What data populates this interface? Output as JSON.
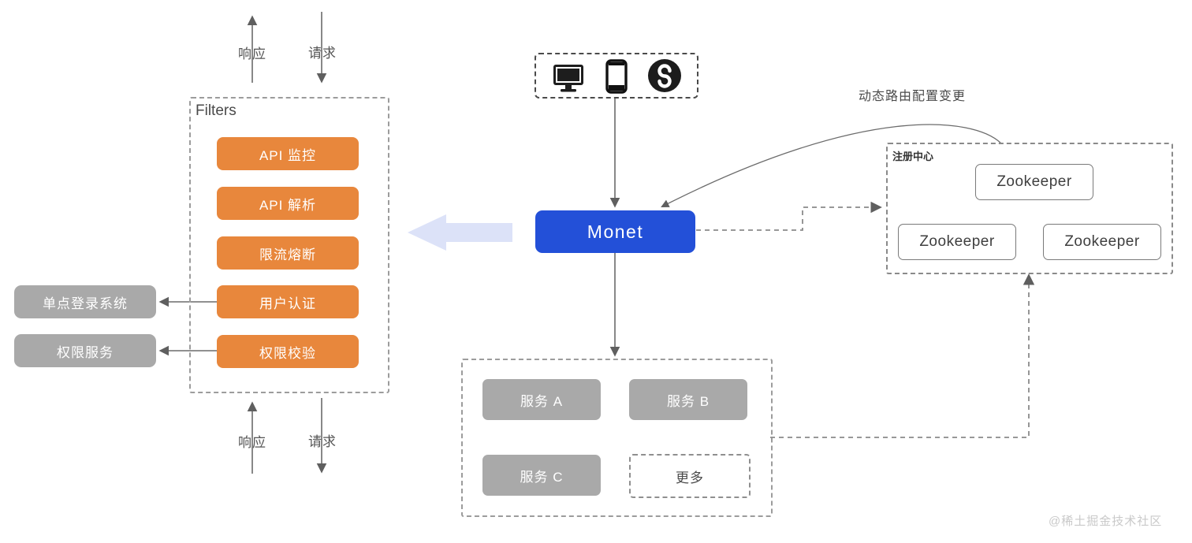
{
  "flow_labels": {
    "top_response": "响应",
    "top_request": "请求",
    "bottom_response": "响应",
    "bottom_request": "请求"
  },
  "filters": {
    "title": "Filters",
    "items": [
      "API 监控",
      "API 解析",
      "限流熔断",
      "用户认证",
      "权限校验"
    ]
  },
  "external_systems": {
    "sso": "单点登录系统",
    "auth": "权限服务"
  },
  "clients": {
    "icons": [
      "desktop-icon",
      "mobile-icon",
      "miniprogram-icon"
    ]
  },
  "gateway": {
    "label": "Monet"
  },
  "registry": {
    "title": "注册中心",
    "route_change_label": "动态路由配置变更",
    "nodes": [
      "Zookeeper",
      "Zookeeper",
      "Zookeeper"
    ]
  },
  "services": {
    "items": [
      "服务 A",
      "服务 B",
      "服务 C"
    ],
    "more_label": "更多"
  },
  "page": {
    "watermark": "@稀土掘金技术社区"
  },
  "colors": {
    "orange": "#e8873c",
    "blue": "#2350d8",
    "gray": "#a9a9a9",
    "arrow_light": "#dce2f8",
    "line": "#6b6b6b"
  }
}
